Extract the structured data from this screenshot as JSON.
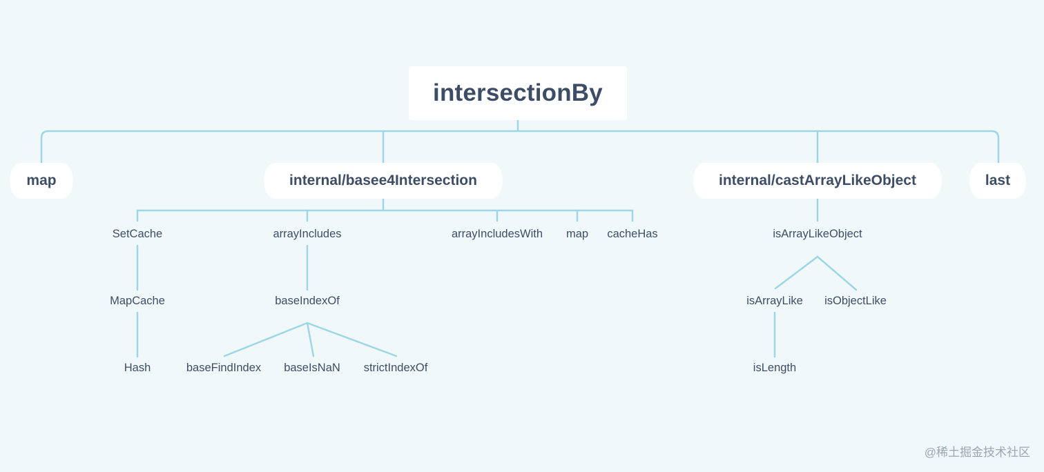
{
  "root": {
    "label": "intersectionBy"
  },
  "branches": [
    {
      "id": "map",
      "label": "map"
    },
    {
      "id": "basee4",
      "label": "internal/basee4Intersection",
      "children": [
        {
          "label": "SetCache",
          "children": [
            {
              "label": "MapCache",
              "children": [
                {
                  "label": "Hash"
                }
              ]
            }
          ]
        },
        {
          "label": "arrayIncludes",
          "children": [
            {
              "label": "baseIndexOf",
              "children": [
                {
                  "label": "baseFindIndex"
                },
                {
                  "label": "baseIsNaN"
                },
                {
                  "label": "strictIndexOf"
                }
              ]
            }
          ]
        },
        {
          "label": "arrayIncludesWith"
        },
        {
          "label": "map"
        },
        {
          "label": "cacheHas"
        }
      ]
    },
    {
      "id": "cast",
      "label": "internal/castArrayLikeObject",
      "children": [
        {
          "label": "isArrayLikeObject",
          "children": [
            {
              "label": "isArrayLike",
              "children": [
                {
                  "label": "isLength"
                }
              ]
            },
            {
              "label": "isObjectLike"
            }
          ]
        }
      ]
    },
    {
      "id": "last",
      "label": "last"
    }
  ],
  "watermark": "@稀土掘金技术社区",
  "colors": {
    "background": "#f0f8fa",
    "connector": "#9dd7e6",
    "text": "#3e4d66",
    "node_fill": "#ffffff"
  }
}
